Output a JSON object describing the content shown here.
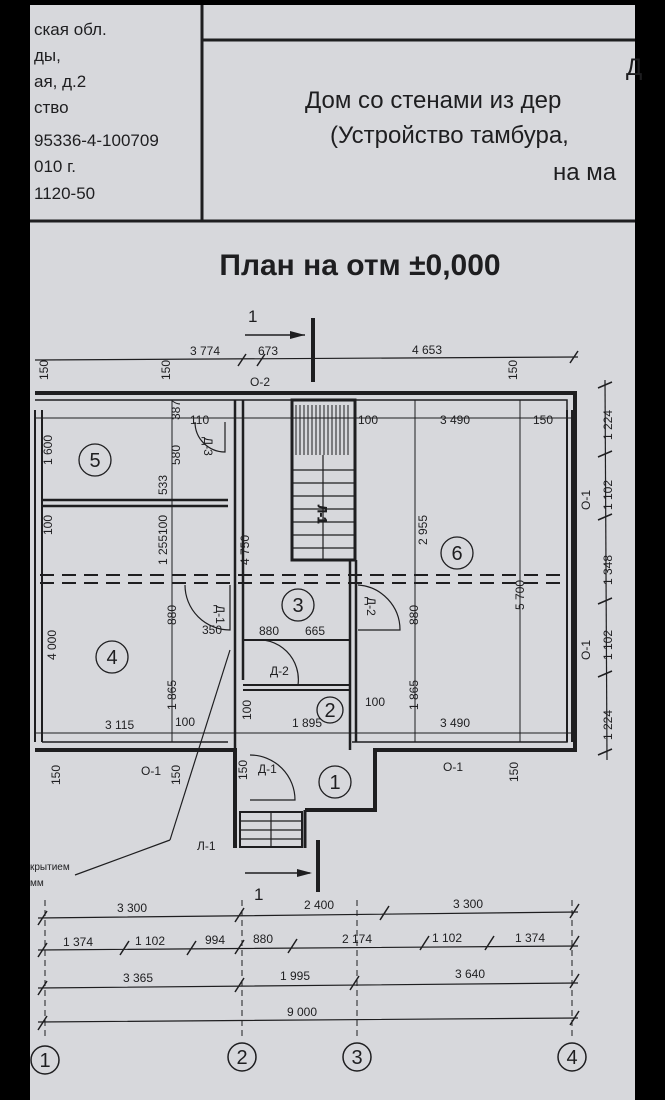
{
  "colors": {
    "paper": "#d7d8dc",
    "ink": "#1e1e20",
    "frame": "#000000"
  },
  "title_block": {
    "left_lines": [
      "ская обл.",
      "ды,",
      "ая, д.2",
      "ство",
      "95336-4-100709",
      "010 г.",
      "1120-50"
    ],
    "right_lines": [
      "Д",
      "Дом со стенами из дер",
      "(Устройство тамбура,",
      "на ма"
    ]
  },
  "plan_title": "План на отм ±0,000",
  "section_mark": "1",
  "top_dims": [
    "3 774",
    "673",
    "4 653"
  ],
  "wall_marks": {
    "o2": "О-2",
    "o1": "О-1"
  },
  "interior_dims": {
    "d150": "150",
    "d110": "110",
    "d387": "387",
    "d580": "580",
    "d100": "100",
    "d3490": "3 490",
    "d1600": "1 600",
    "d533": "533",
    "d1255": "1 255",
    "d4750": "4 750",
    "d2955": "2 955",
    "d5700": "5 700",
    "d880": "880",
    "d350": "350",
    "d665": "665",
    "d4000": "4 000",
    "d1865": "1 865",
    "d3115": "3 115",
    "d1895": "1 895"
  },
  "doors": {
    "d1": "Д-1",
    "d2": "Д-2",
    "d3": "Д-3"
  },
  "stairs": {
    "inner": "Л-1",
    "outer": "Л-1"
  },
  "rooms": [
    "1",
    "2",
    "3",
    "4",
    "5",
    "6"
  ],
  "right_dims": [
    "1 224",
    "1 102",
    "1 348",
    "1 102",
    "1 224"
  ],
  "note": [
    "крытием",
    "мм"
  ],
  "bottom_dims": {
    "row1": [
      "3 300",
      "2 400",
      "3 300"
    ],
    "row2": [
      "1 374",
      "1 102",
      "994",
      "880",
      "2 174",
      "1 102",
      "1 374"
    ],
    "row3": [
      "3 365",
      "1 995",
      "3 640"
    ],
    "row4": [
      "9 000"
    ]
  },
  "axes": [
    "1",
    "2",
    "3",
    "4"
  ]
}
